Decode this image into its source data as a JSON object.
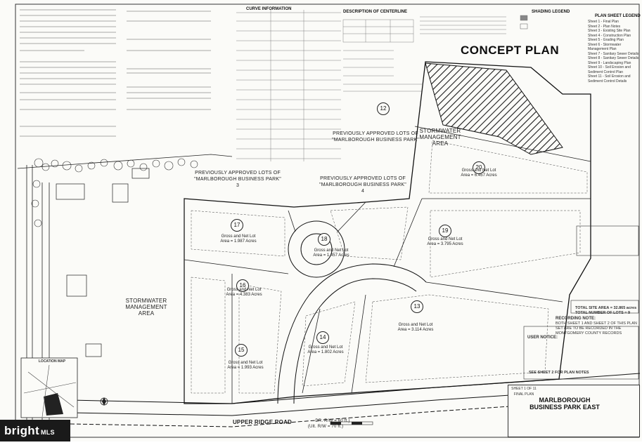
{
  "header": {
    "concept_plan": "CONCEPT PLAN",
    "shading_legend": "SHADING LEGEND",
    "plan_sheet_legend": "PLAN SHEET LEGEND",
    "curve_information": "CURVE INFORMATION",
    "description_centerline": "DESCRIPTION OF CENTERLINE"
  },
  "plan_sheet_items": [
    "Sheet 1 - Final Plan",
    "Sheet 2 - Plan Notes",
    "Sheet 3 - Existing Site Plan",
    "Sheet 4 - Construction Plan",
    "Sheet 5 - Grading Plan",
    "Sheet 6 - Stormwater Management Plan",
    "Sheet 7 - Sanitary Sewer Details",
    "Sheet 8 - Sanitary Sewer Details",
    "Sheet 9 - Landscaping Plan",
    "Sheet 10 - Soil Erosion and Sediment Control Plan",
    "Sheet 11 - Soil Erosion and Sediment Control Details"
  ],
  "areas": {
    "swm_left": "STORMWATER\nMANAGEMENT\nAREA",
    "swm_right": "STORMWATER\nMANAGEMENT\nAREA",
    "prev_lots_3": "PREVIOUSLY APPROVED LOTS OF\n\"MARLBOROUGH BUSINESS PARK\"\n3",
    "prev_lots_4": "PREVIOUSLY APPROVED LOTS OF\n\"MARLBOROUGH BUSINESS PARK\"\n4",
    "prev_lots_12": "PREVIOUSLY APPROVED LOTS OF\n\"MARLBOROUGH BUSINESS PARK\""
  },
  "lots": [
    {
      "num": "12",
      "area": ""
    },
    {
      "num": "13",
      "area": "Gross and Net Lot\nArea = 3.114 Acres"
    },
    {
      "num": "14",
      "area": "Gross and Net Lot\nArea = 1.802 Acres"
    },
    {
      "num": "15",
      "area": "Gross and Net Lot\nArea = 1.993 Acres"
    },
    {
      "num": "16",
      "area": "Gross and Net Lot\nArea = 4.383 Acres"
    },
    {
      "num": "17",
      "area": "Gross and Net Lot\nArea = 1.987 Acres"
    },
    {
      "num": "18",
      "area": "Gross and Net Lot\nArea = 1.457 Acres"
    },
    {
      "num": "19",
      "area": "Gross and Net Lot\nArea = 3.795 Acres"
    },
    {
      "num": "20",
      "area": "Gross and Net Lot\nArea = 6.457 Acres"
    }
  ],
  "roads": {
    "upper_ridge": "UPPER RIDGE ROAD",
    "upper_ridge_row": "DR. R/W = 60 ft.)",
    "ult_row": "(Ult. R/W = 70 ft.)"
  },
  "site_totals": {
    "total_area": "TOTAL SITE AREA = 32.865 acres",
    "total_lots": "TOTAL NUMBER OF LOTS = 9"
  },
  "recording_note": {
    "title": "RECORDING NOTE:",
    "body": "BOTH SHEET 1 AND SHEET 2 OF THIS PLAN SET ARE TO BE RECORDED IN THE MONTGOMERY COUNTY RECORDS"
  },
  "user_notice": {
    "title": "USER NOTICE:",
    "see_sheet": "SEE SHEET 2 FOR PLAN NOTES"
  },
  "location_map": {
    "title": "LOCATION MAP"
  },
  "title_block": {
    "project_name": "MARLBOROUGH\nBUSINESS PARK EAST",
    "sheet": "SHEET 1 OF 11",
    "plan_type": "FINAL PLAN"
  },
  "watermark": {
    "brand": "bright",
    "suffix": "MLS"
  },
  "colors": {
    "line": "#1f1f1f",
    "paper": "#fbfbf8",
    "hatch": "#1a1a1a",
    "watermark_bg": "#1a1a1a"
  }
}
